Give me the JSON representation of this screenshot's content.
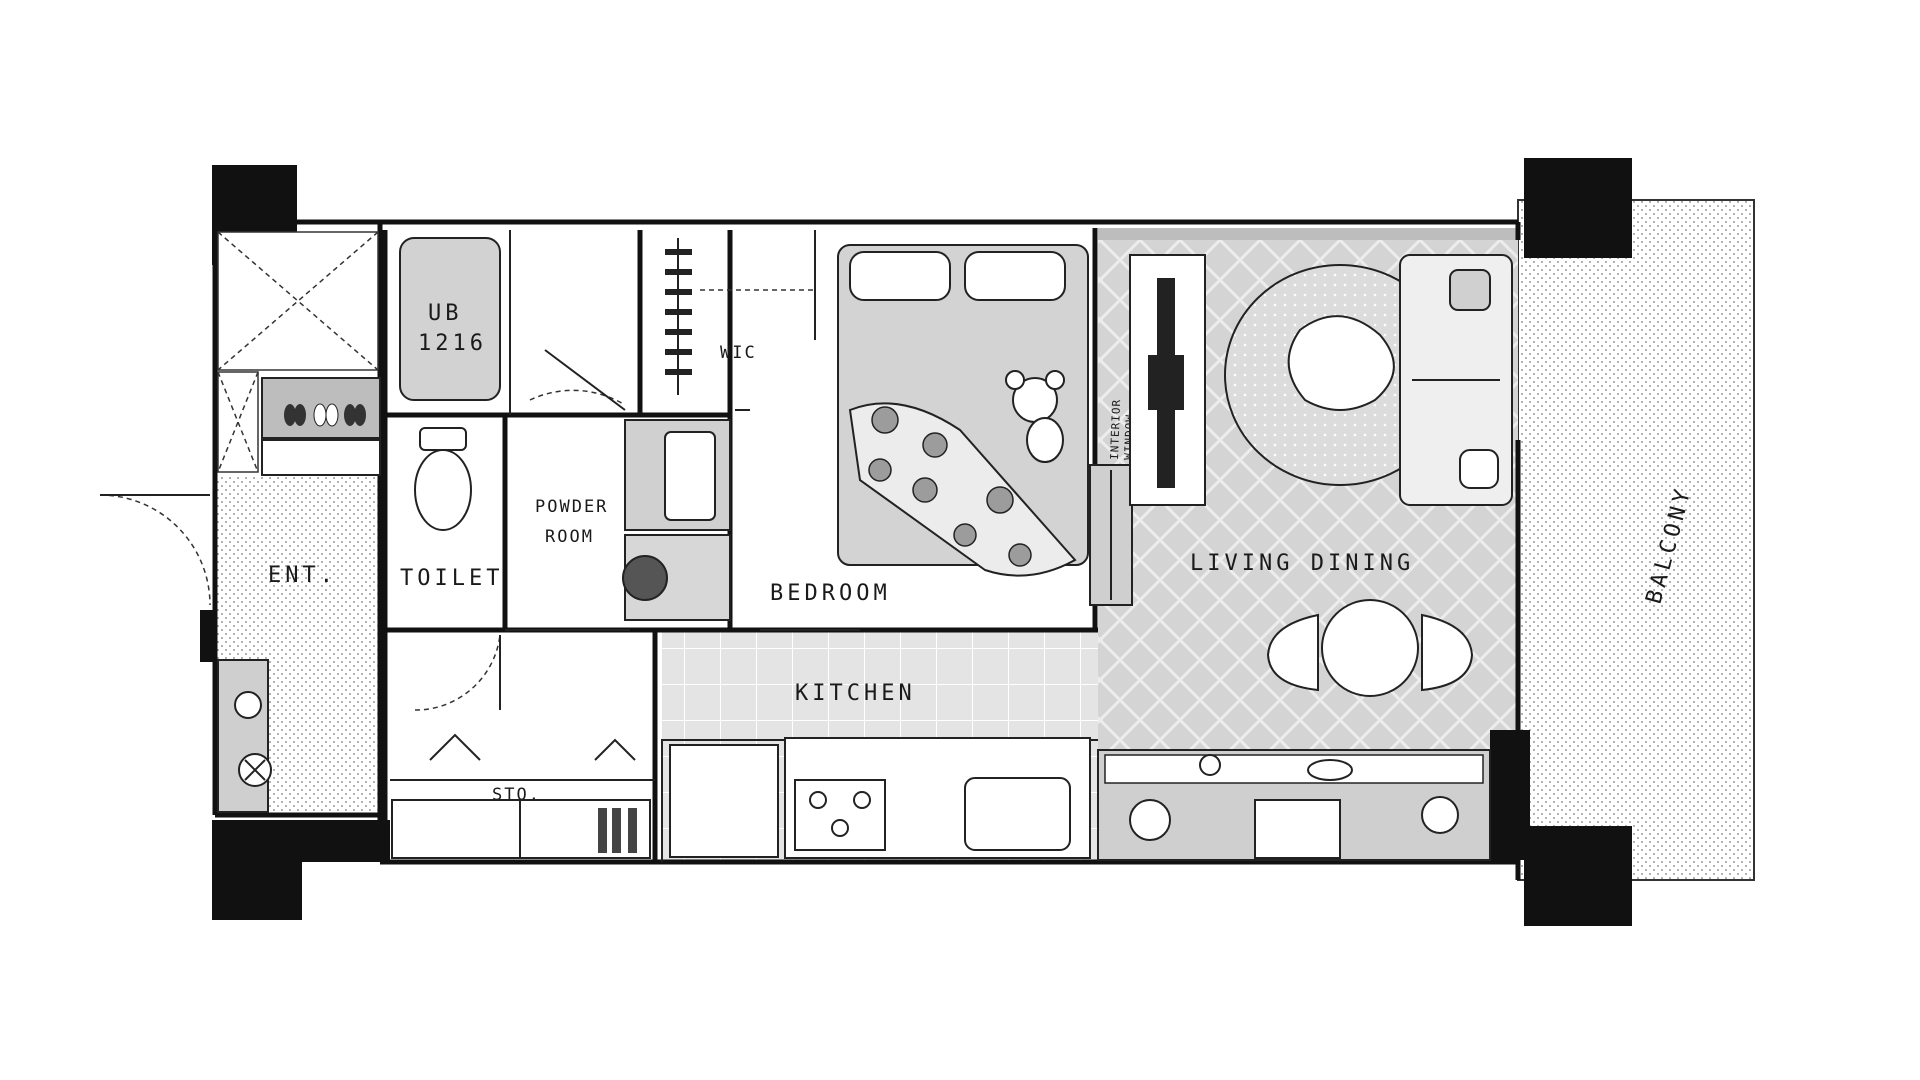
{
  "rooms": {
    "ub": "UB",
    "ub_size": "1216",
    "wic": "WIC",
    "powder_room_line1": "POWDER",
    "powder_room_line2": "ROOM",
    "toilet": "TOILET",
    "entrance": "ENT.",
    "bedroom": "BEDROOM",
    "interior_window_line1": "INTERIOR",
    "interior_window_line2": "WINDOW",
    "living_dining": "LIVING DINING",
    "kitchen": "KITCHEN",
    "storage": "STO.",
    "balcony": "BALCONY"
  },
  "colors": {
    "wall": "#111111",
    "column": "#111111",
    "floor_grey": "#d9d9d9",
    "tile_grey": "#e6e6e6",
    "furniture_grey": "#c8c8c8"
  }
}
